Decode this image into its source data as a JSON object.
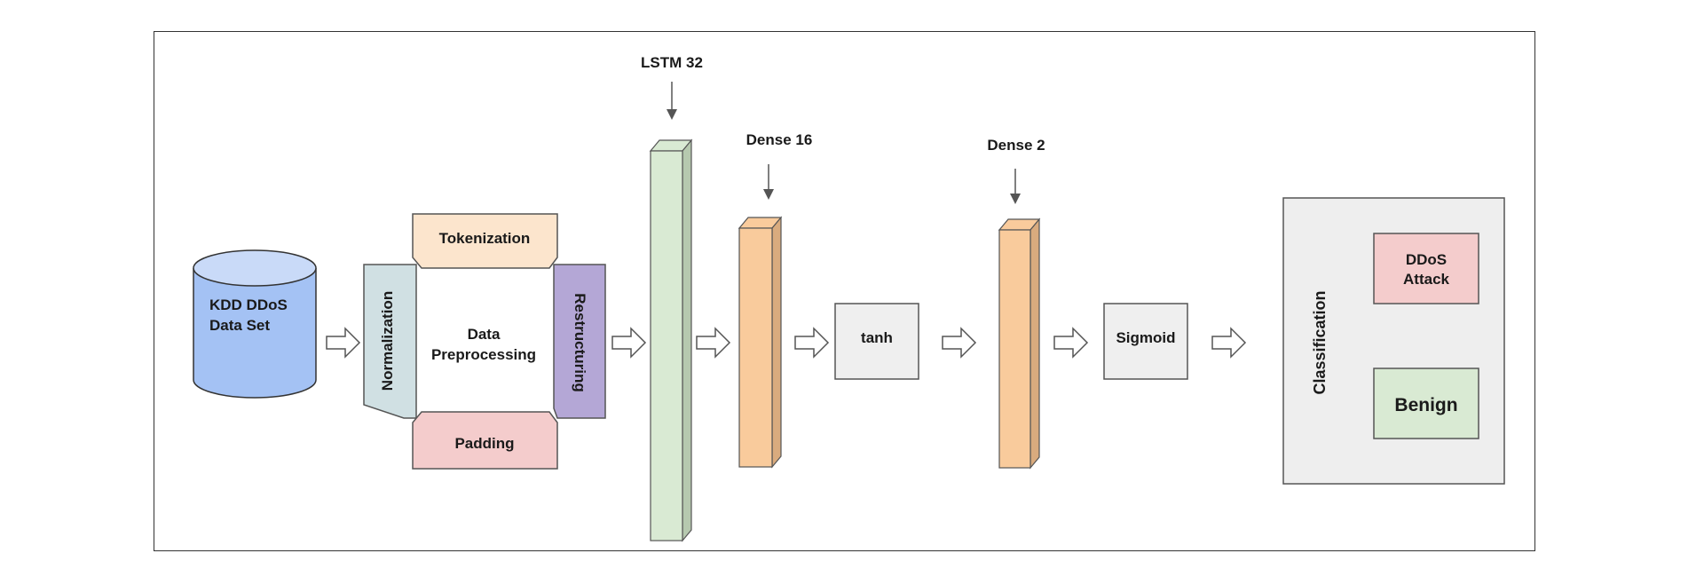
{
  "diagram": {
    "dataset": {
      "label_line1": "KDD DDoS",
      "label_line2": "Data Set"
    },
    "preprocessing": {
      "center_line1": "Data",
      "center_line2": "Preprocessing",
      "tokenization": "Tokenization",
      "normalization": "Normalization",
      "restructuring": "Restructuring",
      "padding": "Padding"
    },
    "lstm": {
      "label": "LSTM 32"
    },
    "dense16": {
      "label": "Dense 16"
    },
    "tanh": {
      "label": "tanh"
    },
    "dense2": {
      "label": "Dense 2"
    },
    "sigmoid": {
      "label": "Sigmoid"
    },
    "classification": {
      "label": "Classification",
      "ddos_line1": "DDoS",
      "ddos_line2": "Attack",
      "benign": "Benign"
    }
  },
  "colors": {
    "dataset_fill": "#a4c2f4",
    "dataset_top": "#c9daf8",
    "tokenization_fill": "#fce5cd",
    "normalization_fill": "#d0e0e3",
    "restructuring_fill": "#b4a7d6",
    "padding_fill": "#f4cccc",
    "lstm_fill": "#d9ead3",
    "dense_fill": "#f9cb9c",
    "activation_fill": "#efefef",
    "classification_fill": "#eeeeee",
    "ddos_fill": "#f4cccc",
    "benign_fill": "#d9ead3"
  }
}
